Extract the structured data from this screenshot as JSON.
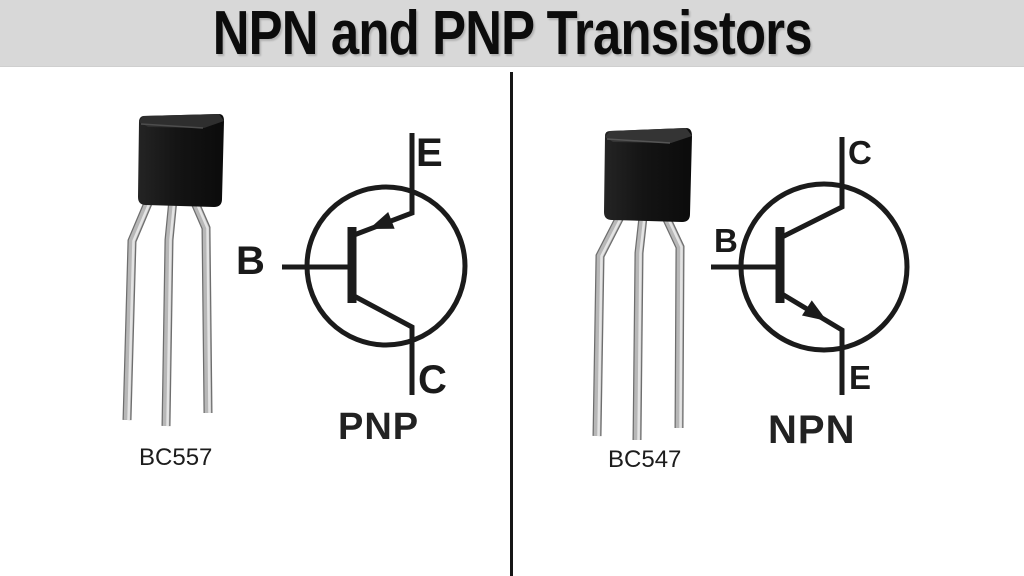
{
  "title": "NPN and PNP Transistors",
  "colors": {
    "banner_bg": "#d8d8d8",
    "ink": "#1a1a1a",
    "background": "#ffffff"
  },
  "left_panel": {
    "part_label": "BC557",
    "symbol": {
      "type_label": "PNP",
      "top_terminal": "E",
      "left_terminal": "B",
      "bottom_terminal": "C"
    }
  },
  "right_panel": {
    "part_label": "BC547",
    "symbol": {
      "type_label": "NPN",
      "top_terminal": "C",
      "left_terminal": "B",
      "bottom_terminal": "E"
    }
  }
}
